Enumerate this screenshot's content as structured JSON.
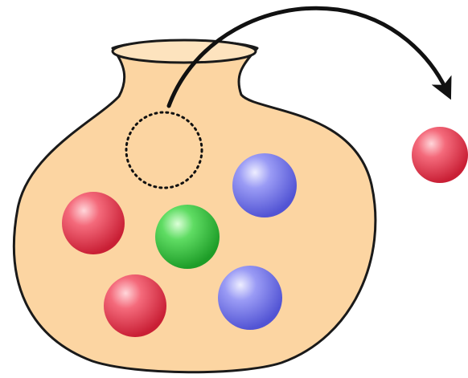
{
  "diagram": {
    "description_items": [
      {
        "id": "red-1",
        "color": "red",
        "state": "in-jar"
      },
      {
        "id": "green-1",
        "color": "green",
        "state": "in-jar"
      },
      {
        "id": "blue-1",
        "color": "blue",
        "state": "in-jar"
      },
      {
        "id": "red-2",
        "color": "red",
        "state": "in-jar"
      },
      {
        "id": "blue-2",
        "color": "blue",
        "state": "in-jar"
      },
      {
        "id": "red-drawn",
        "color": "red",
        "state": "drawn-out"
      }
    ],
    "colors": {
      "jar_fill": "#FCD5A2",
      "jar_stroke": "#1a1a1a",
      "arrow": "#111111",
      "red": "#E8374F",
      "green": "#33C13D",
      "blue": "#6B6CF0"
    },
    "ball_count_in_jar": 5,
    "balls_drawn": 1
  }
}
